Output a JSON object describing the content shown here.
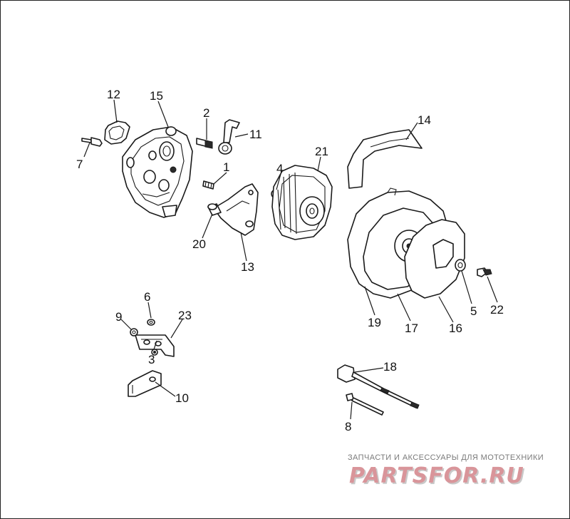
{
  "callouts": [
    {
      "id": "c12",
      "label": "12"
    },
    {
      "id": "c15",
      "label": "15"
    },
    {
      "id": "c2",
      "label": "2"
    },
    {
      "id": "c11",
      "label": "11"
    },
    {
      "id": "c7",
      "label": "7"
    },
    {
      "id": "c1",
      "label": "1"
    },
    {
      "id": "c21",
      "label": "21"
    },
    {
      "id": "c4",
      "label": "4"
    },
    {
      "id": "c14",
      "label": "14"
    },
    {
      "id": "c20",
      "label": "20"
    },
    {
      "id": "c13",
      "label": "13"
    },
    {
      "id": "c5",
      "label": "5"
    },
    {
      "id": "c22",
      "label": "22"
    },
    {
      "id": "c19",
      "label": "19"
    },
    {
      "id": "c17",
      "label": "17"
    },
    {
      "id": "c16",
      "label": "16"
    },
    {
      "id": "c6",
      "label": "6"
    },
    {
      "id": "c9",
      "label": "9"
    },
    {
      "id": "c23",
      "label": "23"
    },
    {
      "id": "c3",
      "label": "3"
    },
    {
      "id": "c10",
      "label": "10"
    },
    {
      "id": "c18",
      "label": "18"
    },
    {
      "id": "c8",
      "label": "8"
    }
  ],
  "watermark": {
    "caption": "ЗАПЧАСТИ И АКСЕССУАРЫ ДЛЯ МОТОТЕХНИКИ",
    "logo_text": "PARTSFOR.RU",
    "logo_color": "#d9959a",
    "logo_shadow": "#c9c9c9"
  }
}
